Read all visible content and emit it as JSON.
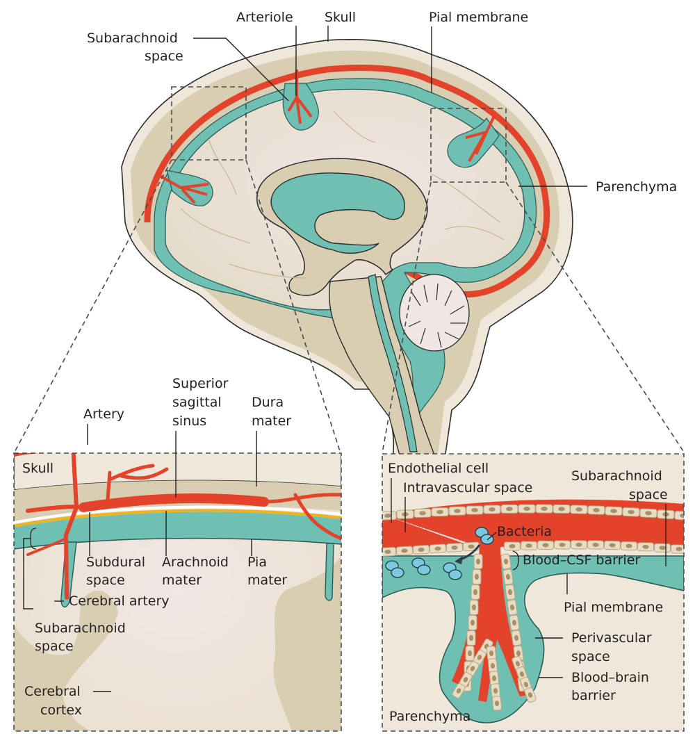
{
  "colors": {
    "skull": "#efe8da",
    "dura": "#d9ceb2",
    "csf": "#6fbfb2",
    "blood": "#e2432a",
    "parenchyma": "#ece2d3",
    "arachnoid_line": "#f4b21a",
    "bacteria": "#7cc9e0",
    "endothelial": "#e8dcc4",
    "nucleus": "#a89067"
  },
  "brain_labels": {
    "subarachnoid_space": [
      "Subarachnoid",
      "space"
    ],
    "arteriole": "Arteriole",
    "skull": "Skull",
    "pial_membrane": "Pial membrane",
    "parenchyma": "Parenchyma"
  },
  "left_inset": {
    "artery": "Artery",
    "superior_sagittal_sinus": [
      "Superior",
      "sagittal",
      "sinus"
    ],
    "dura_mater": [
      "Dura",
      "mater"
    ],
    "skull": "Skull",
    "subdural_space": [
      "Subdural",
      "space"
    ],
    "arachnoid_mater": [
      "Arachnoid",
      "mater"
    ],
    "pia_mater": [
      "Pia",
      "mater"
    ],
    "cerebral_artery": "Cerebral artery",
    "subarachnoid_space": [
      "Subarachnoid",
      "space"
    ],
    "cerebral_cortex": [
      "Cerebral",
      "cortex"
    ]
  },
  "right_inset": {
    "endothelial_cell": "Endothelial cell",
    "intravascular_space": "Intravascular space",
    "subarachnoid_space": [
      "Subarachnoid",
      "space"
    ],
    "bacteria": "Bacteria",
    "blood_csf_barrier": "Blood–CSF barrier",
    "pial_membrane": "Pial membrane",
    "perivascular_space": [
      "Perivascular",
      "space"
    ],
    "blood_brain_barrier": [
      "Blood–brain",
      "barrier"
    ],
    "parenchyma": "Parenchyma"
  }
}
